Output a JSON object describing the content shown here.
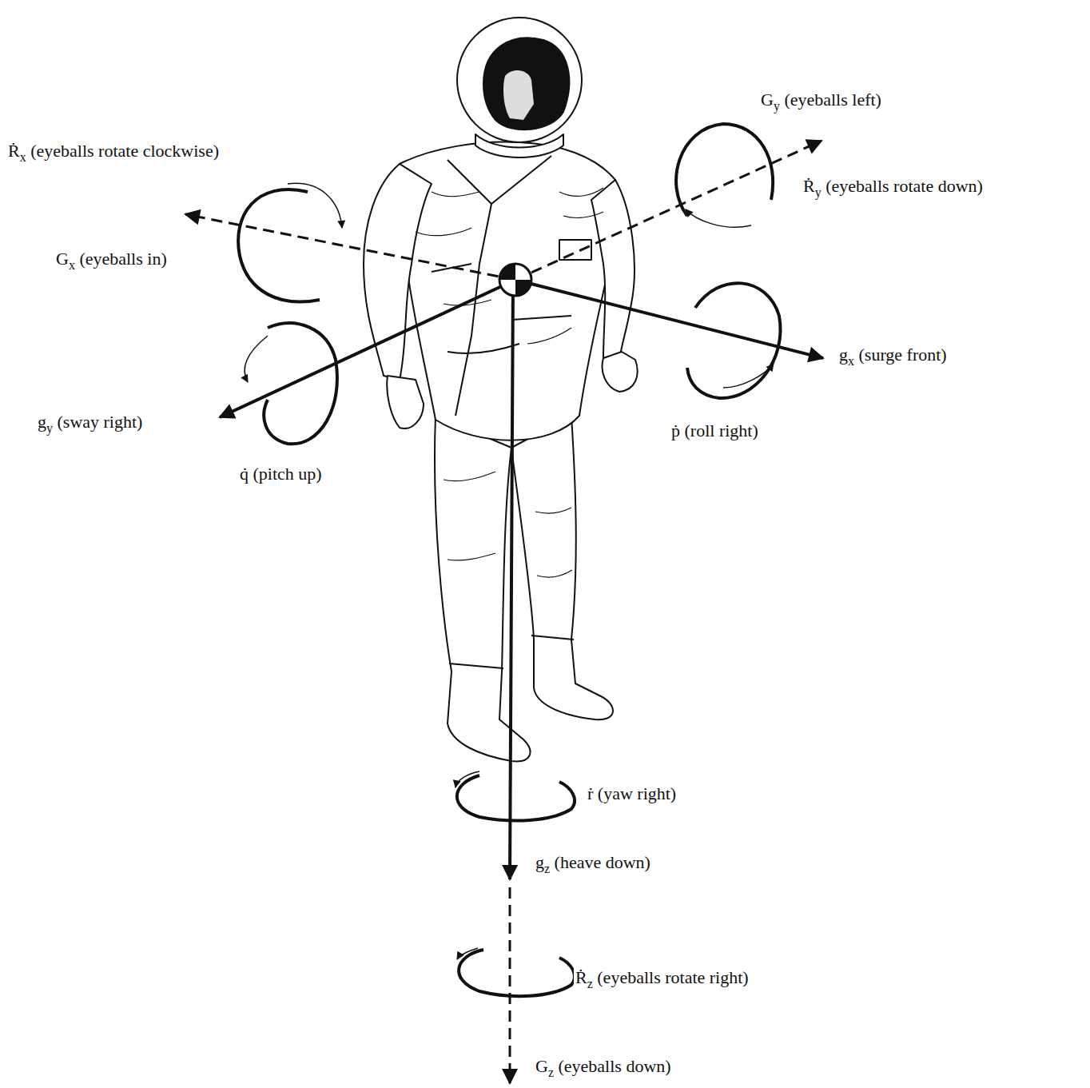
{
  "diagram": {
    "labels": [
      "Ṙx (eyeballs rotate clockwise)",
      "Gy (eyeballs left)",
      "Ṙy (eyeballs rotate down)",
      "Gx (eyeballs in)",
      "gx (surge front)",
      "gy (sway right)",
      "ṗ (roll right)",
      "q̇ (pitch up)",
      "ṙ (yaw right)",
      "gz (heave down)",
      "Ṙz (eyeballs rotate right)",
      "Gz (eyeballs down)"
    ]
  }
}
